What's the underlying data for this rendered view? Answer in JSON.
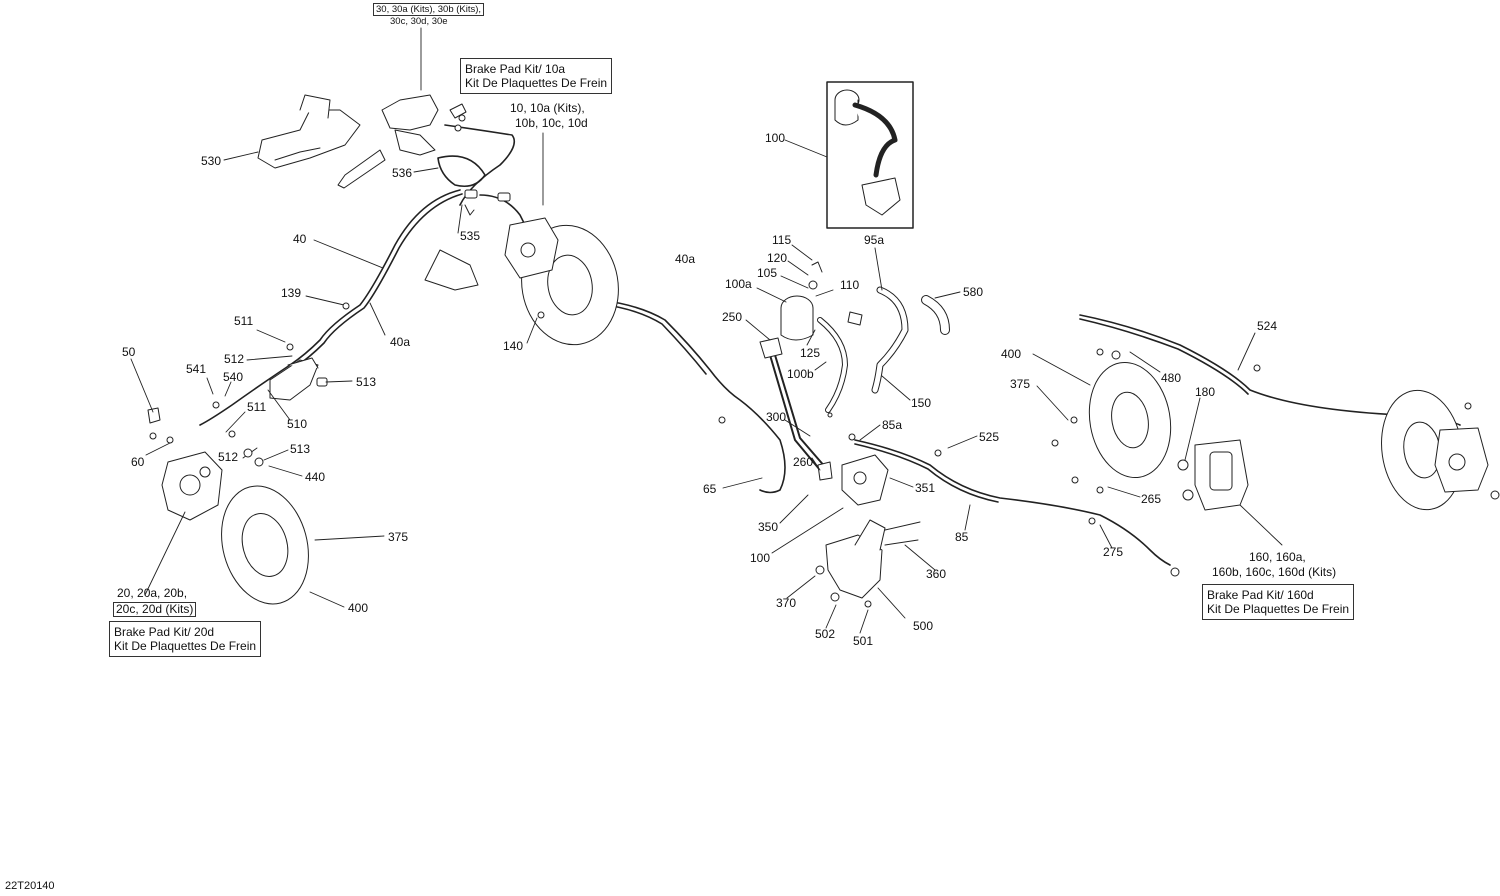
{
  "figure_code": "22T20140",
  "callouts": {
    "front_right": {
      "line1": "Brake Pad Kit/ 10a",
      "line2": "Kit De Plaquettes De Frein"
    },
    "front_left": {
      "line1": "Brake Pad Kit/ 20d",
      "line2": "Kit De Plaquettes De Frein"
    },
    "rear": {
      "line1": "Brake Pad Kit/ 160d",
      "line2": "Kit De Plaquettes De Frein"
    }
  },
  "labels": {
    "p30_line1": "30, 30a (Kits), 30b (Kits),",
    "p30_line2": "30c, 30d, 30e",
    "p10_line1": "10, 10a (Kits),",
    "p10_line2": "10b, 10c, 10d",
    "p20_line1": "20, 20a, 20b,",
    "p20_line2": "20c, 20d (Kits)",
    "p160_line1": "160, 160a,",
    "p160_line2": "160b, 160c, 160d (Kits)",
    "p530": "530",
    "p536": "536",
    "p535": "535",
    "p40": "40",
    "p40a_1": "40a",
    "p40a_2": "40a",
    "p139": "139",
    "p140": "140",
    "p511_1": "511",
    "p511_2": "511",
    "p512_1": "512",
    "p512_2": "512",
    "p541": "541",
    "p540": "540",
    "p513_1": "513",
    "p513_2": "513",
    "p510": "510",
    "p50": "50",
    "p60": "60",
    "p440": "440",
    "p375_1": "375",
    "p375_2": "375",
    "p400_1": "400",
    "p400_2": "400",
    "p100_1": "100",
    "p100_2": "100",
    "p95a": "95a",
    "p115": "115",
    "p120": "120",
    "p105": "105",
    "p110": "110",
    "p100a": "100a",
    "p580": "580",
    "p250": "250",
    "p125": "125",
    "p100b": "100b",
    "p150": "150",
    "p300": "300",
    "p260": "260",
    "p65": "65",
    "p350": "350",
    "p85a": "85a",
    "p525": "525",
    "p351": "351",
    "p85": "85",
    "p360": "360",
    "p370": "370",
    "p500": "500",
    "p502": "502",
    "p501": "501",
    "p524": "524",
    "p480": "480",
    "p180": "180",
    "p265": "265",
    "p275": "275"
  }
}
